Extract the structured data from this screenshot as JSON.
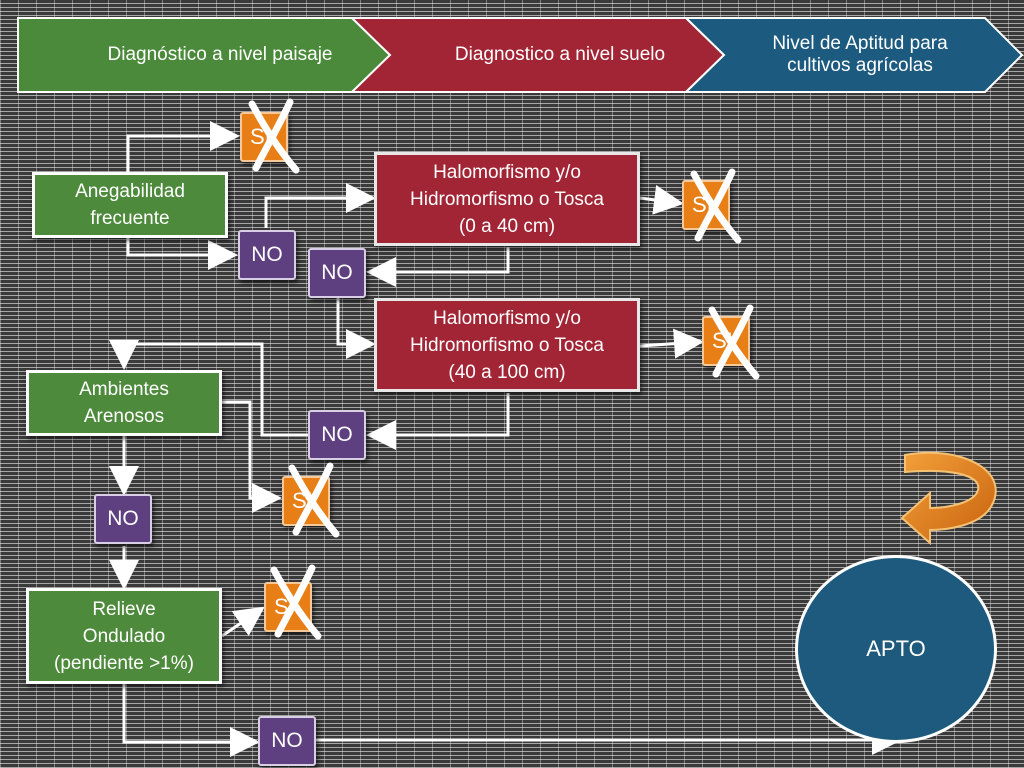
{
  "header": {
    "stages": [
      {
        "label": "Diagnóstico a nivel paisaje",
        "color": "#4a8a3a"
      },
      {
        "label": "Diagnostico a nivel suelo",
        "color": "#a12535"
      },
      {
        "label": "Nivel de Aptitud para\ncultivos agrícolas",
        "color": "#1c5a7f"
      }
    ]
  },
  "criteria": {
    "anegabilidad": "Anegabilidad\nfrecuente",
    "halo_0_40": "Halomorfismo y/o\nHidromorfismo o Tosca\n(0 a 40 cm)",
    "halo_40_100": "Halomorfismo y/o\nHidromorfismo o Tosca\n(40 a 100 cm)",
    "ambientes": "Ambientes\nArenosos",
    "relieve": "Relieve\nOndulado\n(pendiente >1%)"
  },
  "badges": {
    "no": "NO",
    "si": "SI"
  },
  "result": {
    "label": "APTO"
  },
  "colors": {
    "green": "#4d8a3c",
    "red": "#a12535",
    "blue": "#1d5a7d",
    "purple": "#5e3f7f",
    "orange": "#e77e16",
    "x_mark": "#ffffff"
  }
}
